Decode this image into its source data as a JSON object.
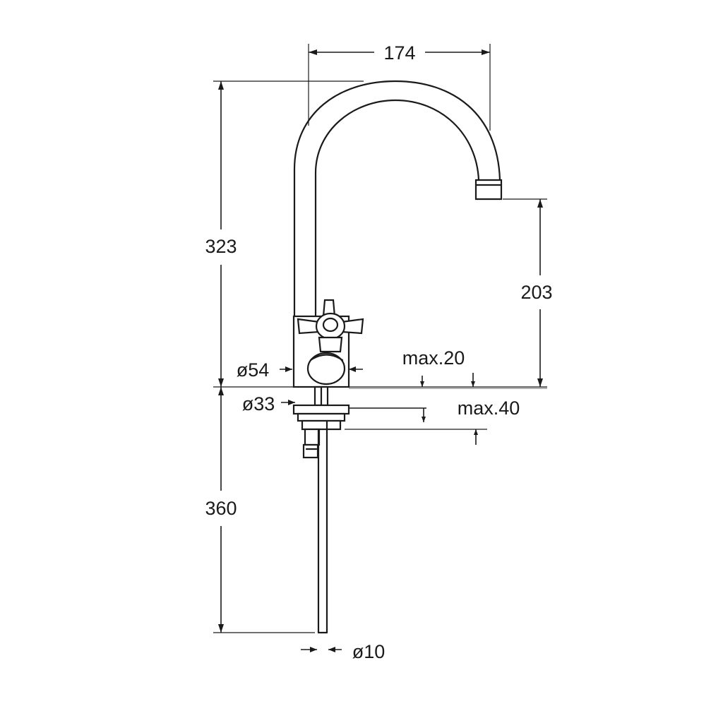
{
  "dimensions": {
    "spout_reach": "174",
    "total_height": "323",
    "spout_clearance": "203",
    "max_deck_20": "max.20",
    "base_diameter": "ø54",
    "shank_diameter": "ø33",
    "max_deck_40": "max.40",
    "shank_length": "360",
    "supply_diameter": "ø10"
  },
  "colors": {
    "line": "#1a1a1a",
    "background": "#ffffff"
  }
}
